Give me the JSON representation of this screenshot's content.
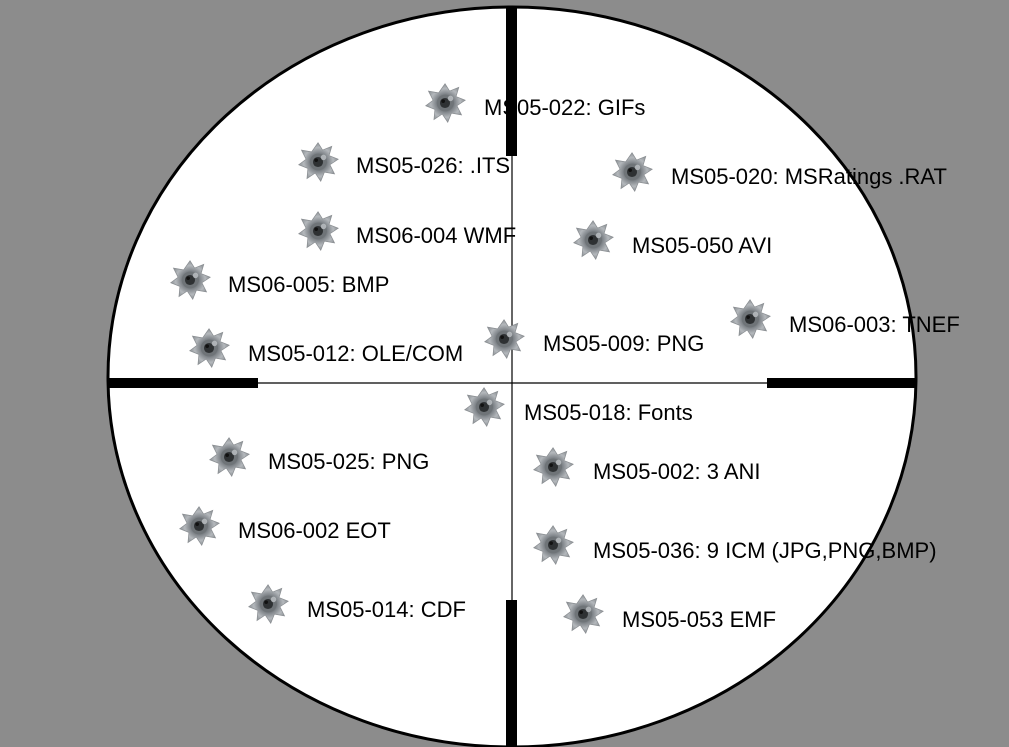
{
  "hits": [
    {
      "id": "ms05-022",
      "label": "MS05-022: GIFs"
    },
    {
      "id": "ms05-026",
      "label": "MS05-026: .ITS"
    },
    {
      "id": "ms05-020",
      "label": "MS05-020: MSRatings .RAT"
    },
    {
      "id": "ms06-004",
      "label": "MS06-004 WMF"
    },
    {
      "id": "ms05-050",
      "label": "MS05-050 AVI"
    },
    {
      "id": "ms06-005",
      "label": "MS06-005: BMP"
    },
    {
      "id": "ms06-003",
      "label": "MS06-003: TNEF"
    },
    {
      "id": "ms05-012",
      "label": "MS05-012: OLE/COM"
    },
    {
      "id": "ms05-009",
      "label": "MS05-009: PNG"
    },
    {
      "id": "ms05-018",
      "label": "MS05-018: Fonts"
    },
    {
      "id": "ms05-025",
      "label": "MS05-025: PNG"
    },
    {
      "id": "ms05-002",
      "label": "MS05-002: 3 ANI"
    },
    {
      "id": "ms06-002",
      "label": "MS06-002 EOT"
    },
    {
      "id": "ms05-036",
      "label": "MS05-036: 9 ICM (JPG,PNG,BMP)"
    },
    {
      "id": "ms05-014",
      "label": "MS05-014: CDF"
    },
    {
      "id": "ms05-053",
      "label": "MS05-053 EMF"
    }
  ],
  "colors": {
    "background": "#8c8c8c",
    "scope_fill": "#ffffff",
    "reticle": "#000000",
    "hole_outer": "#a9adb1",
    "hole_inner": "#3a3d40"
  }
}
